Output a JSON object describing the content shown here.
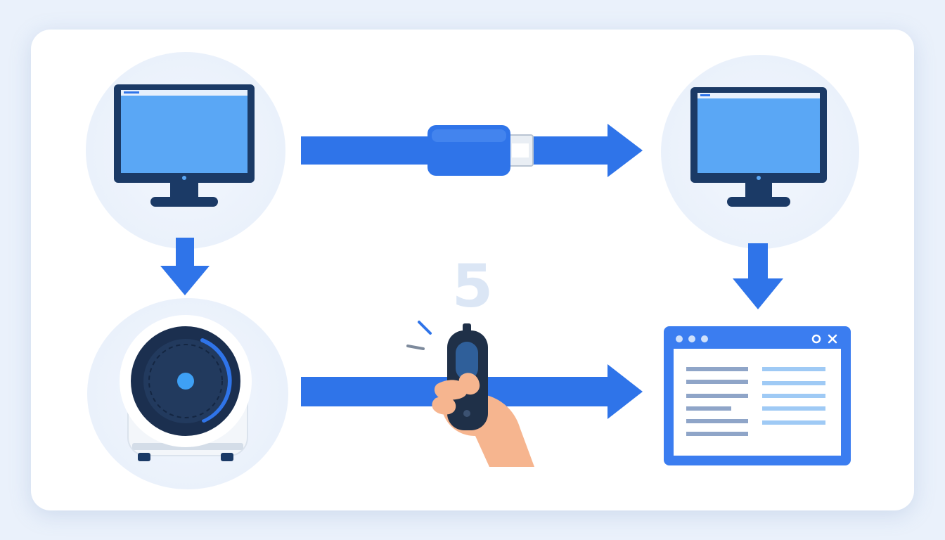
{
  "diagram": {
    "step_number": "5",
    "colors": {
      "arrow": "#2f74e9",
      "monitor_frame": "#1b3a66",
      "screen": "#5aa7f5",
      "halo": "#eaf1fb",
      "window_frame": "#3b7df0",
      "skin": "#f6b58f"
    },
    "nodes": [
      {
        "id": "source-computer",
        "icon": "monitor-icon"
      },
      {
        "id": "usb-drive",
        "icon": "usb-drive-icon"
      },
      {
        "id": "target-computer",
        "icon": "monitor-icon"
      },
      {
        "id": "disk-drive",
        "icon": "hard-drive-icon"
      },
      {
        "id": "remote-clicker",
        "icon": "hand-remote-icon"
      },
      {
        "id": "app-window",
        "icon": "application-window-icon"
      }
    ]
  }
}
